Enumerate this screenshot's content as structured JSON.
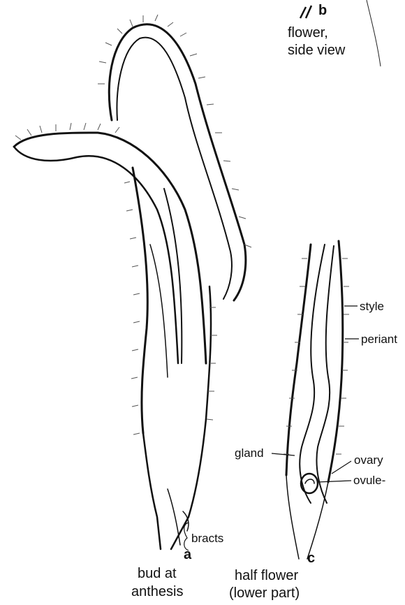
{
  "panels": {
    "a": {
      "letter": "a",
      "caption_line1": "bud at",
      "caption_line2": "anthesis",
      "labels": {
        "bracts": "bracts"
      }
    },
    "b": {
      "letter": "b",
      "caption_line1": "flower,",
      "caption_line2": "side view"
    },
    "c": {
      "letter": "c",
      "caption_line1": "half flower",
      "caption_line2": "(lower part)",
      "labels": {
        "style": "style",
        "periant": "periant",
        "gland": "gland",
        "ovary": "ovary",
        "ovule": "ovule-"
      }
    }
  },
  "colors": {
    "ink": "#111111",
    "stipple": "#555555",
    "paper": "#ffffff"
  }
}
